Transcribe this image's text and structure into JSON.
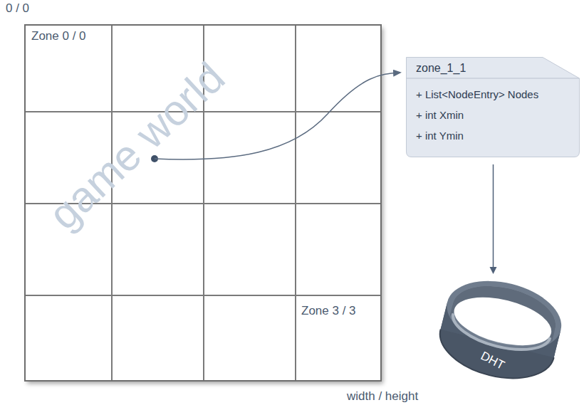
{
  "diagram": {
    "nodes": [
      {
        "text": [
          "Zone 0 / 0"
        ]
      },
      {
        "text": [
          "Zone 3 / 3"
        ]
      },
      {
        "text": [
          "zone_1_1",
          "+ List<NodeEntry> Nodes",
          "+ int Xmin",
          "+ int Ymin"
        ]
      },
      {
        "text": [
          "DHT"
        ]
      }
    ],
    "edges": [
      {
        "from": 2,
        "to": 3,
        "arrow": "to"
      }
    ],
    "labels": [
      "0 / 0",
      "game world",
      "width / height"
    ]
  }
}
